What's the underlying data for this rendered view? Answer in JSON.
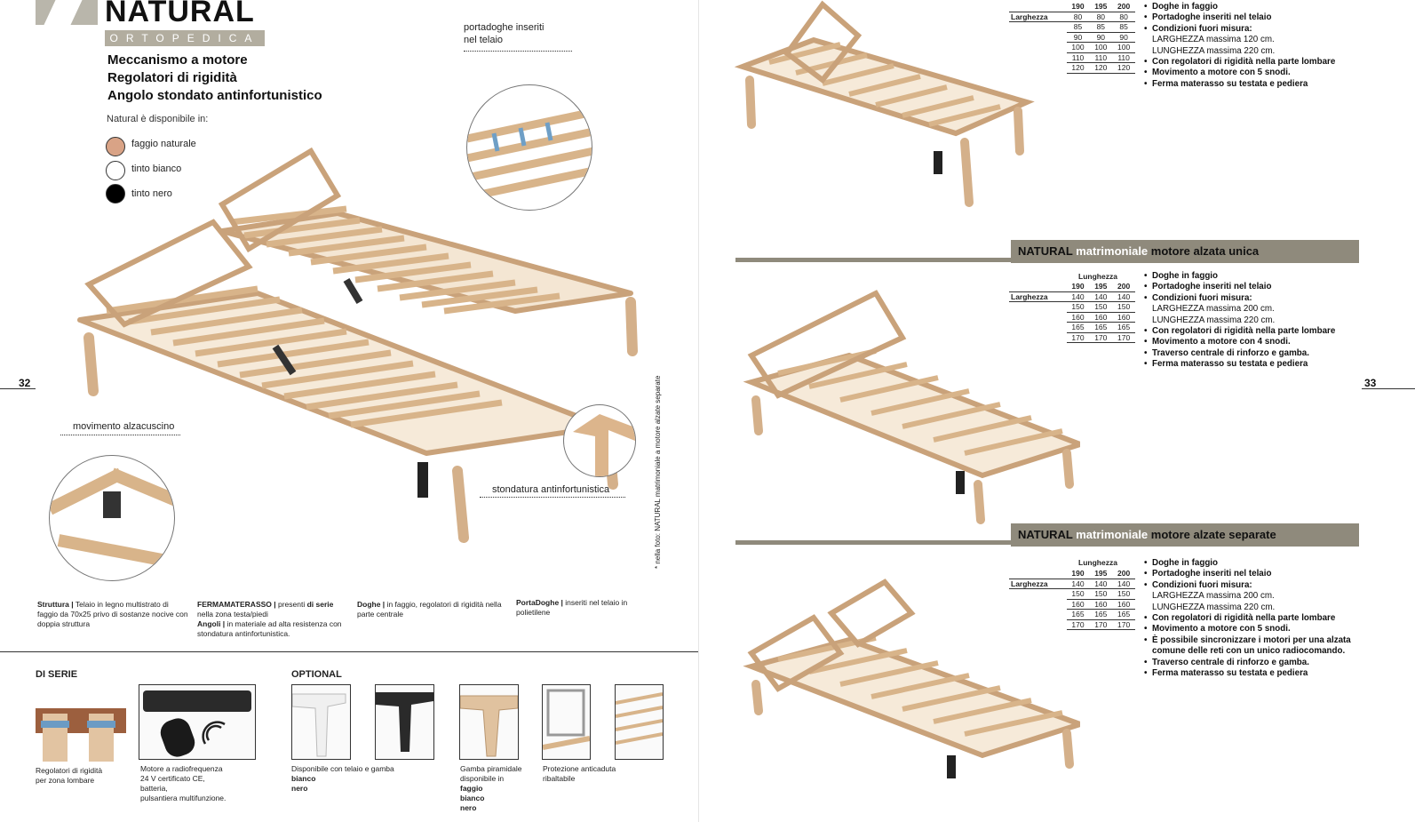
{
  "brand": {
    "name": "NATURAL",
    "subtitle": "ORTOPEDICA"
  },
  "features": [
    "Meccanismo a motore",
    "Regolatori di rigidità",
    "Angolo stondato antinfortunistico"
  ],
  "availability": {
    "title": "Natural è disponibile in:",
    "colors": [
      {
        "label": "faggio naturale",
        "hex": "#d9a386"
      },
      {
        "label": "tinto bianco",
        "hex": "#ffffff"
      },
      {
        "label": "tinto nero",
        "hex": "#000000"
      }
    ]
  },
  "callouts": {
    "portadoghe": [
      "portadoghe inseriti",
      "nel telaio"
    ],
    "alzacuscino": "movimento alzacuscino",
    "stondatura": "stondatura antinfortunistica"
  },
  "page_numbers": {
    "left": "32",
    "right": "33"
  },
  "photo_note": "* nella foto: NATURAL matrimoniale a motore alzate separate",
  "descriptions": [
    {
      "title": "Struttura |",
      "text": " Telaio in legno multistrato di faggio da 70x25 privo di sostanze nocive con doppia struttura"
    },
    {
      "title": "FERMAMATERASSO |",
      "text": " presenti ",
      "title2": "di serie",
      "text2": " nella zona testa/piedi",
      "title3": "Angoli |",
      "text3": " in materiale ad alta resistenza con stondatura antinfortunistica."
    },
    {
      "title": "Doghe |",
      "text": " in faggio, regolatori di rigidità nella parte centrale"
    },
    {
      "title": "PortaDoghe |",
      "text": "  inseriti nel telaio in polietilene"
    }
  ],
  "di_serie": {
    "title": "DI SERIE",
    "items": [
      {
        "caption": [
          "Regolatori di rigidità",
          "per zona lombare"
        ]
      },
      {
        "caption": [
          "Motore a radiofrequenza",
          "24 V certificato CE,",
          "batteria,",
          "pulsantiera multifunzione."
        ]
      }
    ]
  },
  "optional": {
    "title": "OPTIONAL",
    "items": [
      {
        "caption": [
          "Disponibile con telaio e gamba"
        ],
        "bold": [
          "bianco",
          "nero"
        ]
      },
      {
        "caption": [
          "Gamba piramidale",
          "disponibile in"
        ],
        "bold": [
          "faggio",
          "bianco",
          "nero"
        ]
      },
      {
        "caption": [
          "Protezione anticaduta",
          "ribaltabile"
        ],
        "bold": []
      }
    ]
  },
  "products": [
    {
      "title_parts": null,
      "length_label": "",
      "width_label": "Larghezza",
      "lengths": [
        "190",
        "195",
        "200"
      ],
      "rows": [
        [
          "80",
          "80",
          "80"
        ],
        [
          "85",
          "85",
          "85"
        ],
        [
          "90",
          "90",
          "90"
        ],
        [
          "100",
          "100",
          "100"
        ],
        [
          "110",
          "110",
          "110"
        ],
        [
          "120",
          "120",
          "120"
        ]
      ],
      "specs": [
        {
          "t": "Doghe in faggio"
        },
        {
          "t": "Portadoghe inseriti nel telaio"
        },
        {
          "t": "Condizioni fuori misura:"
        },
        {
          "t": "LARGHEZZA  massima 120 cm.",
          "sub": true
        },
        {
          "t": "LUNGHEZZA  massima 220 cm.",
          "sub": true
        },
        {
          "t": "Con regolatori di rigidità nella parte lombare"
        },
        {
          "t": "Movimento a motore con 5 snodi."
        },
        {
          "t": "Ferma materasso su testata e pediera"
        }
      ]
    },
    {
      "title_parts": [
        "NATURAL",
        "matrimoniale",
        "motore alzata unica"
      ],
      "length_label": "Lunghezza",
      "width_label": "Larghezza",
      "lengths": [
        "190",
        "195",
        "200"
      ],
      "rows": [
        [
          "140",
          "140",
          "140"
        ],
        [
          "150",
          "150",
          "150"
        ],
        [
          "160",
          "160",
          "160"
        ],
        [
          "165",
          "165",
          "165"
        ],
        [
          "170",
          "170",
          "170"
        ]
      ],
      "specs": [
        {
          "t": "Doghe in faggio"
        },
        {
          "t": "Portadoghe inseriti nel telaio"
        },
        {
          "t": "Condizioni fuori misura:"
        },
        {
          "t": "LARGHEZZA  massima 200 cm.",
          "sub": true
        },
        {
          "t": "LUNGHEZZA  massima 220 cm.",
          "sub": true
        },
        {
          "t": "Con regolatori di rigidità nella parte lombare"
        },
        {
          "t": "Movimento a motore con 4 snodi."
        },
        {
          "t": "Traverso centrale di rinforzo e gamba."
        },
        {
          "t": "Ferma materasso su testata e pediera"
        }
      ]
    },
    {
      "title_parts": [
        "NATURAL",
        "matrimoniale",
        "motore alzate separate"
      ],
      "length_label": "Lunghezza",
      "width_label": "Larghezza",
      "lengths": [
        "190",
        "195",
        "200"
      ],
      "rows": [
        [
          "140",
          "140",
          "140"
        ],
        [
          "150",
          "150",
          "150"
        ],
        [
          "160",
          "160",
          "160"
        ],
        [
          "165",
          "165",
          "165"
        ],
        [
          "170",
          "170",
          "170"
        ]
      ],
      "specs": [
        {
          "t": "Doghe in faggio"
        },
        {
          "t": "Portadoghe inseriti nel telaio"
        },
        {
          "t": "Condizioni fuori misura:"
        },
        {
          "t": "LARGHEZZA  massima 200 cm.",
          "sub": true
        },
        {
          "t": "LUNGHEZZA  massima 220 cm.",
          "sub": true
        },
        {
          "t": "Con regolatori di rigidità nella parte lombare"
        },
        {
          "t": "Movimento a motore con 5 snodi."
        },
        {
          "t": "È possibile sincronizzare i motori per una alzata comune delle reti con un unico radiocomando."
        },
        {
          "t": "Traverso centrale di rinforzo e gamba."
        },
        {
          "t": "Ferma materasso su testata e pediera"
        }
      ]
    }
  ]
}
